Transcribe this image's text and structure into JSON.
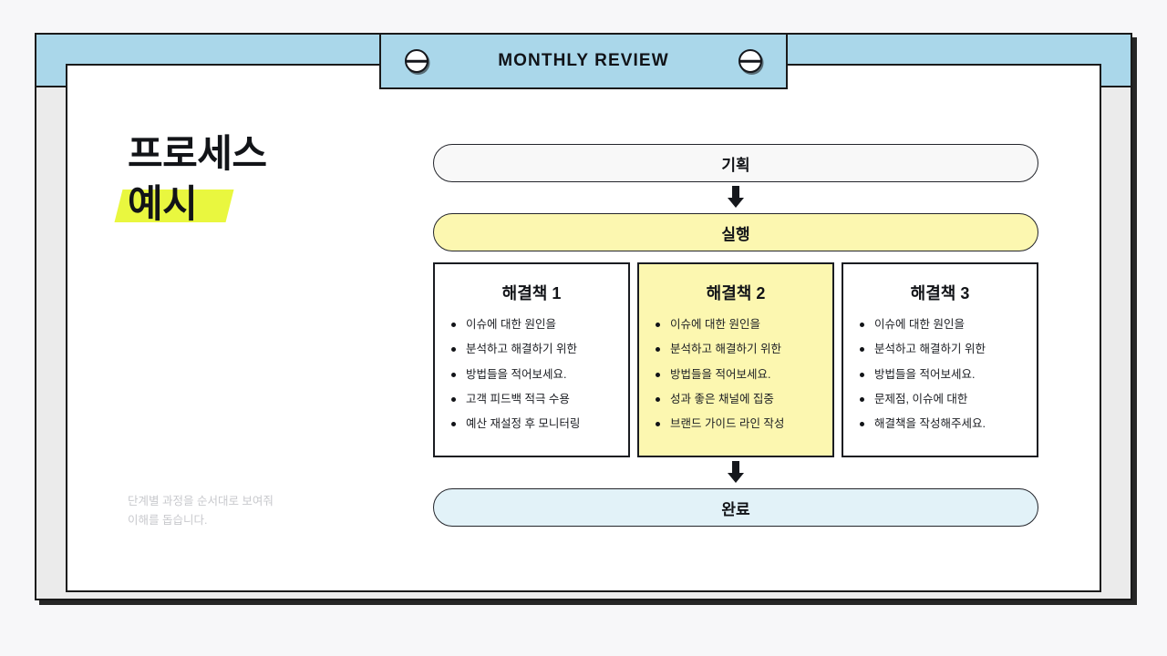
{
  "header": {
    "title": "MONTHLY REVIEW",
    "left_screw_icon": "screw-slot-icon",
    "right_screw_icon": "screw-slot-icon"
  },
  "left": {
    "title_line1": "프로세스",
    "title_line2": "예시",
    "note_line1": "단계별 과정을 순서대로 보여줘",
    "note_line2": "이해를 돕습니다."
  },
  "flow": {
    "step_plan": "기획",
    "step_exec": "실행",
    "step_done": "완료",
    "arrow_icon": "arrow-down-icon"
  },
  "cards": [
    {
      "title": "해결책 1",
      "highlight": false,
      "bullets": [
        "이슈에 대한 원인을",
        "분석하고 해결하기 위한",
        "방법들을 적어보세요.",
        "고객 피드백 적극 수용",
        "예산 재설정 후 모니터링"
      ]
    },
    {
      "title": "해결책 2",
      "highlight": true,
      "bullets": [
        "이슈에 대한 원인을",
        "분석하고 해결하기 위한",
        "방법들을 적어보세요.",
        "성과 좋은 채널에 집중",
        "브랜드 가이드 라인 작성"
      ]
    },
    {
      "title": "해결책 3",
      "highlight": false,
      "bullets": [
        "이슈에 대한 원인을",
        "분석하고 해결하기 위한",
        "방법들을 적어보세요.",
        "문제점, 이슈에 대한",
        "해결책을 작성해주세요."
      ]
    }
  ],
  "colors": {
    "banner_blue": "#AAD7EA",
    "accent_yellow": "#FCF7B0",
    "highlight_lime": "#E9F73F",
    "done_blue": "#E2F2F8",
    "frame_gray": "#EBEBEB",
    "ink": "#121418"
  }
}
